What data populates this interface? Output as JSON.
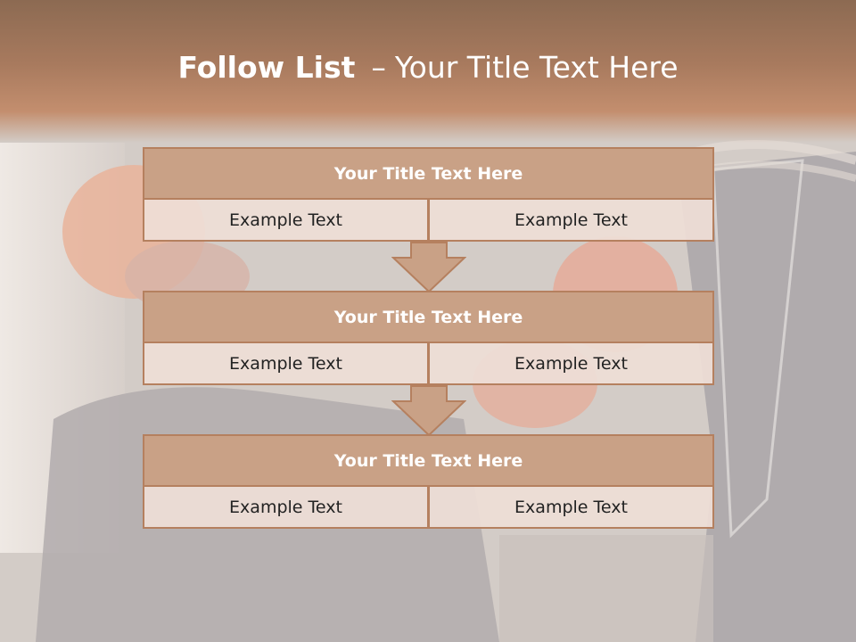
{
  "slide": {
    "title_bold": "Follow List",
    "title_dash": "–",
    "title_rest": "Your Title Text Here"
  },
  "steps": [
    {
      "title": "Your Title Text Here",
      "cells": [
        "Example Text",
        "Example Text"
      ]
    },
    {
      "title": "Your Title Text Here",
      "cells": [
        "Example Text",
        "Example Text"
      ]
    },
    {
      "title": "Your Title Text Here",
      "cells": [
        "Example Text",
        "Example Text"
      ]
    }
  ],
  "colors": {
    "header_band": "#a87a5e",
    "box_title_fill": "#c9a186",
    "box_border": "#b5805f",
    "cell_fill": "#eeded6",
    "arrow_fill": "#c9a186"
  },
  "background": {
    "icon": "workers-photo-background"
  }
}
